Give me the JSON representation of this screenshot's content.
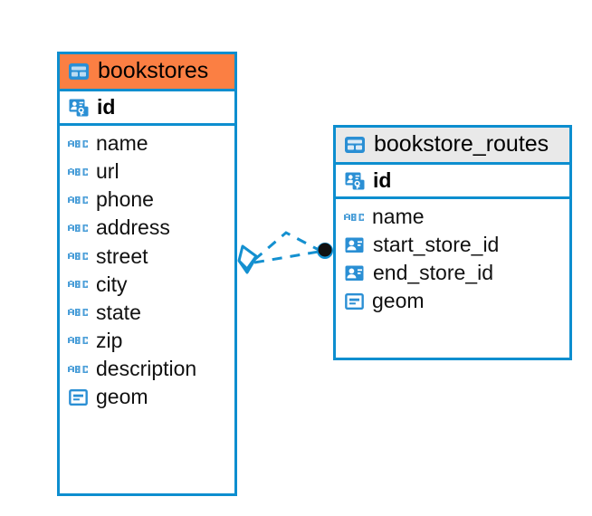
{
  "diagram": {
    "type": "entity-relationship-diagram",
    "background_color": "#ffffff",
    "accent_color": "#0d8ecf",
    "entities": [
      {
        "name": "bookstores",
        "header_color": "#fb7f43",
        "primary_key": {
          "label": "id",
          "icon": "key-card-icon"
        },
        "fields": [
          {
            "label": "name",
            "icon": "abc-icon"
          },
          {
            "label": "url",
            "icon": "abc-icon"
          },
          {
            "label": "phone",
            "icon": "abc-icon"
          },
          {
            "label": "address",
            "icon": "abc-icon"
          },
          {
            "label": "street",
            "icon": "abc-icon"
          },
          {
            "label": "city",
            "icon": "abc-icon"
          },
          {
            "label": "state",
            "icon": "abc-icon"
          },
          {
            "label": "zip",
            "icon": "abc-icon"
          },
          {
            "label": "description",
            "icon": "abc-icon"
          },
          {
            "label": "geom",
            "icon": "blob-icon"
          }
        ]
      },
      {
        "name": "bookstore_routes",
        "header_color": "#e9e9e9",
        "primary_key": {
          "label": "id",
          "icon": "key-card-icon"
        },
        "fields": [
          {
            "label": "name",
            "icon": "abc-icon"
          },
          {
            "label": "start_store_id",
            "icon": "card-icon"
          },
          {
            "label": "end_store_id",
            "icon": "card-icon"
          },
          {
            "label": "geom",
            "icon": "blob-icon"
          }
        ]
      }
    ],
    "relationship": {
      "line_style": "dashed",
      "line_color": "#0d8ecf",
      "source_marker": "diamond-many-marker",
      "target_marker": "filled-circle-marker"
    }
  }
}
